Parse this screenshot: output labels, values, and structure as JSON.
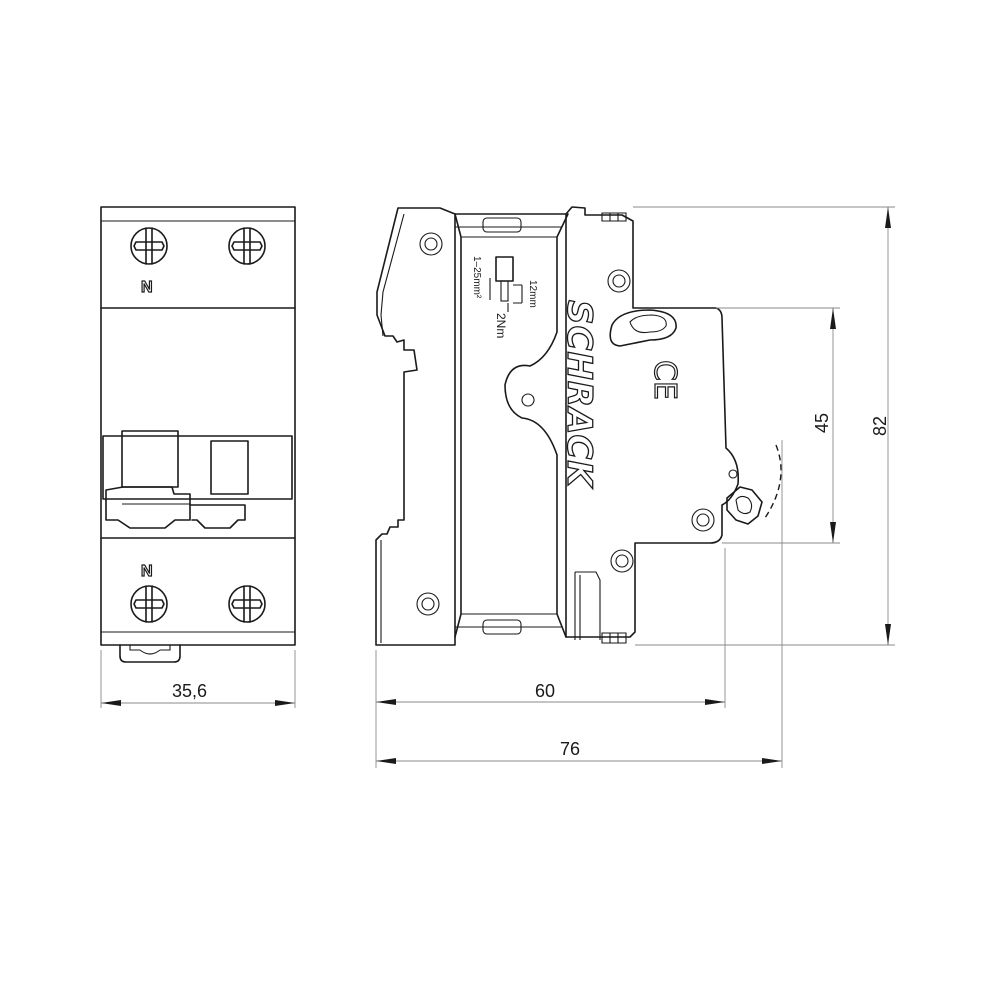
{
  "drawing": {
    "type": "technical dimension drawing",
    "views": [
      "front-view",
      "side-view"
    ],
    "colors": {
      "line": "#1a1a1a",
      "dimension_line": "#8a8a8a",
      "background": "#ffffff"
    }
  },
  "front_view": {
    "top_terminal_label": "N",
    "bottom_terminal_label": "N",
    "width_dimension": "35,6"
  },
  "side_view": {
    "brand": "SCHRACK",
    "certification_mark": "CE",
    "wire_cross_section": "1–25mm²",
    "strip_length": "12mm",
    "torque": "2Nm",
    "dimensions": {
      "depth_to_front": "60",
      "total_depth": "76",
      "front_height": "45",
      "total_height": "82"
    }
  }
}
